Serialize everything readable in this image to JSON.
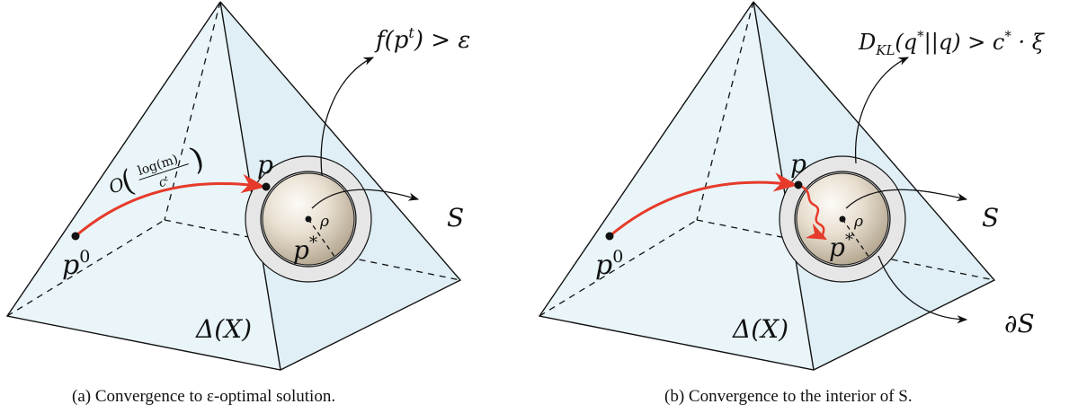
{
  "panels": [
    {
      "id": "a",
      "caption": "(a) Convergence to ε-optimal solution.",
      "label_p0_base": "p",
      "label_p0_sup": "0",
      "label_p": "p",
      "label_pstar_base": "p",
      "label_pstar_sup": "*",
      "label_rho": "ρ",
      "label_S": "S",
      "label_simplex": "Δ(X)",
      "label_top": "f(pᵗ) > ε",
      "label_rate": "O(log(m)/cᵗ)",
      "rate_num": "log(m)",
      "rate_den": "cᵗ"
    },
    {
      "id": "b",
      "caption": "(b) Convergence to the interior of S.",
      "label_p0_base": "p",
      "label_p0_sup": "0",
      "label_p": "p",
      "label_pstar_base": "p",
      "label_pstar_sup": "*",
      "label_rho": "ρ",
      "label_S": "S",
      "label_simplex": "Δ(X)",
      "label_top": "D_KL(q*||q) > c* · ξ",
      "label_boundary": "∂S"
    }
  ],
  "colors": {
    "simplex_fill": "#e8f4f8",
    "outer_ring": "#e8e8e8",
    "inner_ring": "#c8c8c8",
    "sphere_light": "#fbf8f2",
    "sphere_dark": "#b9ab94",
    "path": "#e63a2a",
    "ink": "#111111"
  }
}
